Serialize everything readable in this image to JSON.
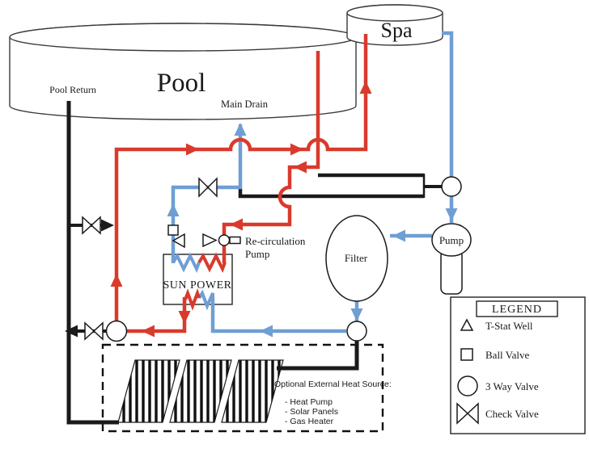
{
  "pool": {
    "label": "Pool",
    "return_label": "Pool Return",
    "main_drain_label": "Main Drain"
  },
  "spa": {
    "label": "Spa"
  },
  "solar": {
    "label": "SUN POWER"
  },
  "recirc": {
    "line1": "Re-circulation",
    "line2": "Pump"
  },
  "pump": {
    "label": "Pump"
  },
  "filter": {
    "label": "Filter"
  },
  "heat_source": {
    "title": "Optional External Heat Source:",
    "items": [
      "- Heat Pump",
      "- Solar Panels",
      "- Gas Heater"
    ]
  },
  "legend": {
    "title": "LEGEND",
    "items": [
      {
        "symbol": "triangle",
        "label": "T-Stat Well"
      },
      {
        "symbol": "square",
        "label": "Ball Valve"
      },
      {
        "symbol": "circle",
        "label": "3 Way Valve"
      },
      {
        "symbol": "bowtie",
        "label": "Check Valve"
      }
    ]
  },
  "colors": {
    "hot": "#d93a2c",
    "cold": "#6f9ed3",
    "ink": "#1a1a1a"
  }
}
